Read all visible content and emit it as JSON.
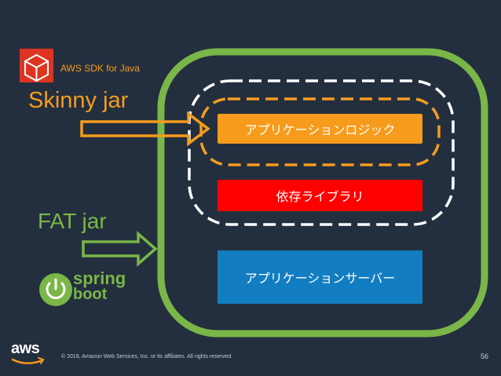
{
  "slide": {
    "sdk_label": "AWS SDK for Java",
    "skinny_label": "Skinny jar",
    "fat_label": "FAT jar",
    "layers": {
      "app_logic": "アプリケーションロジック",
      "dependencies": "依存ライブラリ",
      "app_server": "アプリケーションサーバー"
    },
    "spring_logo": {
      "top": "spring",
      "bottom": "boot"
    },
    "footer": {
      "aws_logo_text": "aws",
      "copyright": "© 2019, Amazon Web Services, Inc. or its affiliates. All rights reserved.",
      "page_number": "56"
    }
  },
  "colors": {
    "background": "#232f3e",
    "orange": "#f79b1d",
    "green": "#7ab648",
    "red": "#ff0000",
    "blue": "#137dc1",
    "dashed_white": "#ffffff",
    "text_white": "#ffffff"
  },
  "icons": [
    "aws-sdk-cube-icon",
    "skinny-arrow-icon",
    "fat-arrow-icon",
    "spring-power-icon",
    "aws-smile-icon"
  ]
}
